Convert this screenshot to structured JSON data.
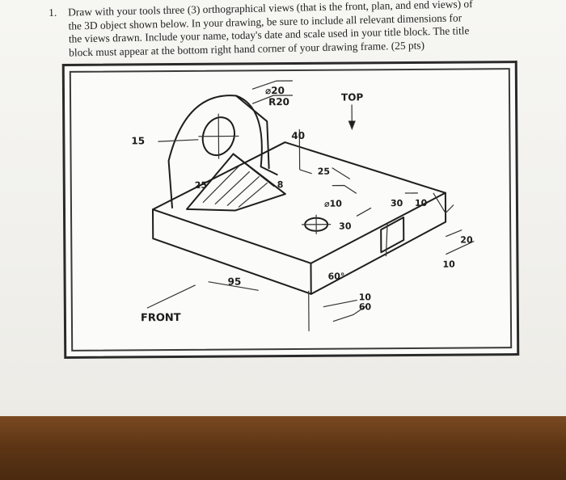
{
  "question": {
    "number": "1.",
    "lines": [
      "Draw with your tools three (3) orthographical views (that is the front, plan, and end views) of",
      "the 3D object shown below. In your drawing, be sure to include all relevant dimensions for",
      "the views drawn. Include your name, today's date and scale used in your title block. The title",
      "block must appear at the bottom right hand corner of your drawing frame. (25 pts)"
    ]
  },
  "drawing": {
    "view_top": "TOP",
    "view_front": "FRONT",
    "dims": {
      "d20": "⌀20",
      "r20": "R20",
      "d15": "15",
      "d40": "40",
      "d25a": "25",
      "d25b": "25",
      "d8": "8",
      "d10dia": "⌀10",
      "d30a": "30",
      "d30b": "30",
      "d10a": "10",
      "d20b": "20",
      "d10b": "10",
      "d95": "95",
      "d60deg": "60°",
      "d10c": "10",
      "d60": "60"
    }
  }
}
